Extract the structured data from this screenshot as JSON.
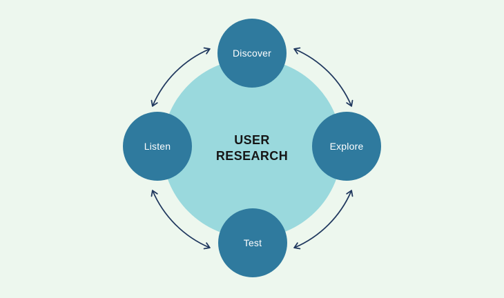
{
  "diagram": {
    "type": "cycle",
    "hub": {
      "title": "USER\nRESEARCH"
    },
    "nodes": [
      {
        "id": "discover",
        "label": "Discover",
        "position": "top"
      },
      {
        "id": "explore",
        "label": "Explore",
        "position": "right"
      },
      {
        "id": "test",
        "label": "Test",
        "position": "bottom"
      },
      {
        "id": "listen",
        "label": "Listen",
        "position": "left"
      }
    ],
    "connections": [
      {
        "from": "listen",
        "to": "discover",
        "bidirectional": true
      },
      {
        "from": "discover",
        "to": "explore",
        "bidirectional": true
      },
      {
        "from": "explore",
        "to": "test",
        "bidirectional": true
      },
      {
        "from": "test",
        "to": "listen",
        "bidirectional": true
      }
    ]
  },
  "colors": {
    "background": "#edf7ee",
    "hub_circle": "#9ad9dd",
    "node_circle": "#2f7a9e",
    "arrow": "#21395f",
    "hub_text": "#161616",
    "node_text": "#ffffff"
  }
}
